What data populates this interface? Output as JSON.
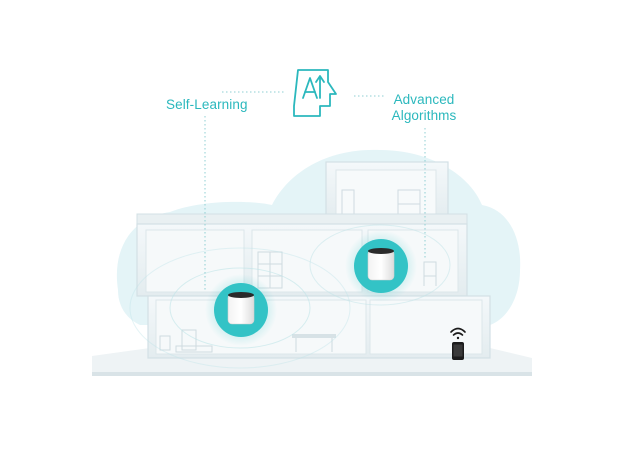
{
  "labels": {
    "self_learning": "Self-Learning",
    "advanced_line1": "Advanced",
    "advanced_line2": "Algorithms"
  },
  "icons": {
    "ai": "ai-head-icon",
    "wifi": "wifi-icon",
    "phone": "smartphone-icon",
    "router": "mesh-router-icon"
  },
  "colors": {
    "accent": "#2bb8bd",
    "glow": "#3cc7c9",
    "cloud": "#e4f4f7",
    "house": "#eef4f6",
    "house_edge": "#d3e0e5",
    "dark": "#1c1c1c"
  }
}
